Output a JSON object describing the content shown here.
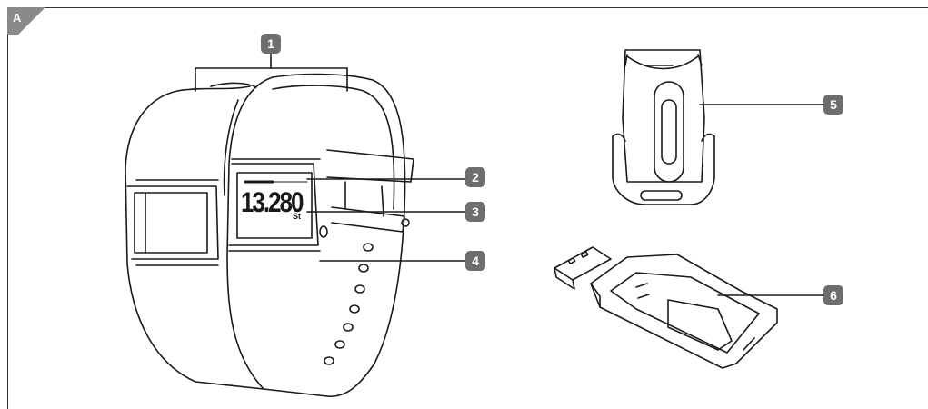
{
  "figure": {
    "corner_label": "A",
    "callouts": [
      {
        "id": "c1",
        "label": "1"
      },
      {
        "id": "c2",
        "label": "2"
      },
      {
        "id": "c3",
        "label": "3"
      },
      {
        "id": "c4",
        "label": "4"
      },
      {
        "id": "c5",
        "label": "5"
      },
      {
        "id": "c6",
        "label": "6"
      }
    ],
    "display": {
      "value": "13.280",
      "unit": "St"
    }
  },
  "colors": {
    "callout_bg": "#6e6e6e",
    "corner_tab": "#8a8a8a",
    "line": "#1a1a1a"
  }
}
